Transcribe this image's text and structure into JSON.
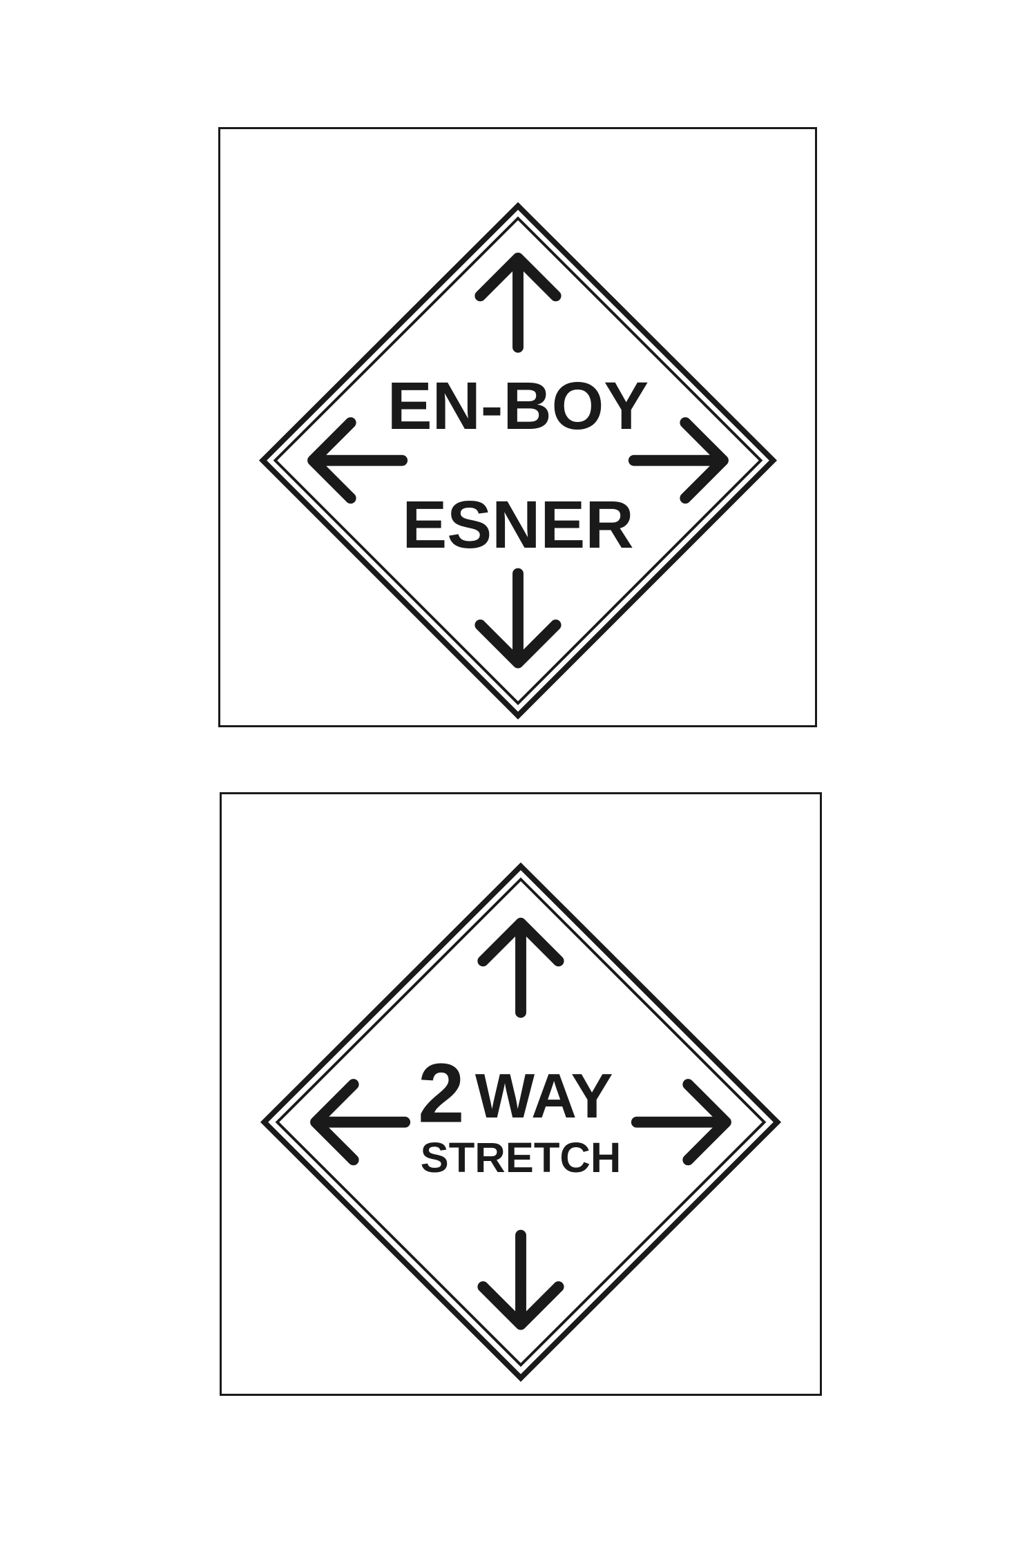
{
  "labels": [
    {
      "line1": "EN-BOY",
      "line2": "ESNER"
    },
    {
      "number": "2",
      "word": "WAY",
      "line2": "STRETCH"
    }
  ],
  "colors": {
    "ink": "#1a1a1a",
    "background": "#ffffff"
  },
  "icons": [
    "arrow-up-icon",
    "arrow-down-icon",
    "arrow-left-icon",
    "arrow-right-icon",
    "diamond-icon"
  ]
}
